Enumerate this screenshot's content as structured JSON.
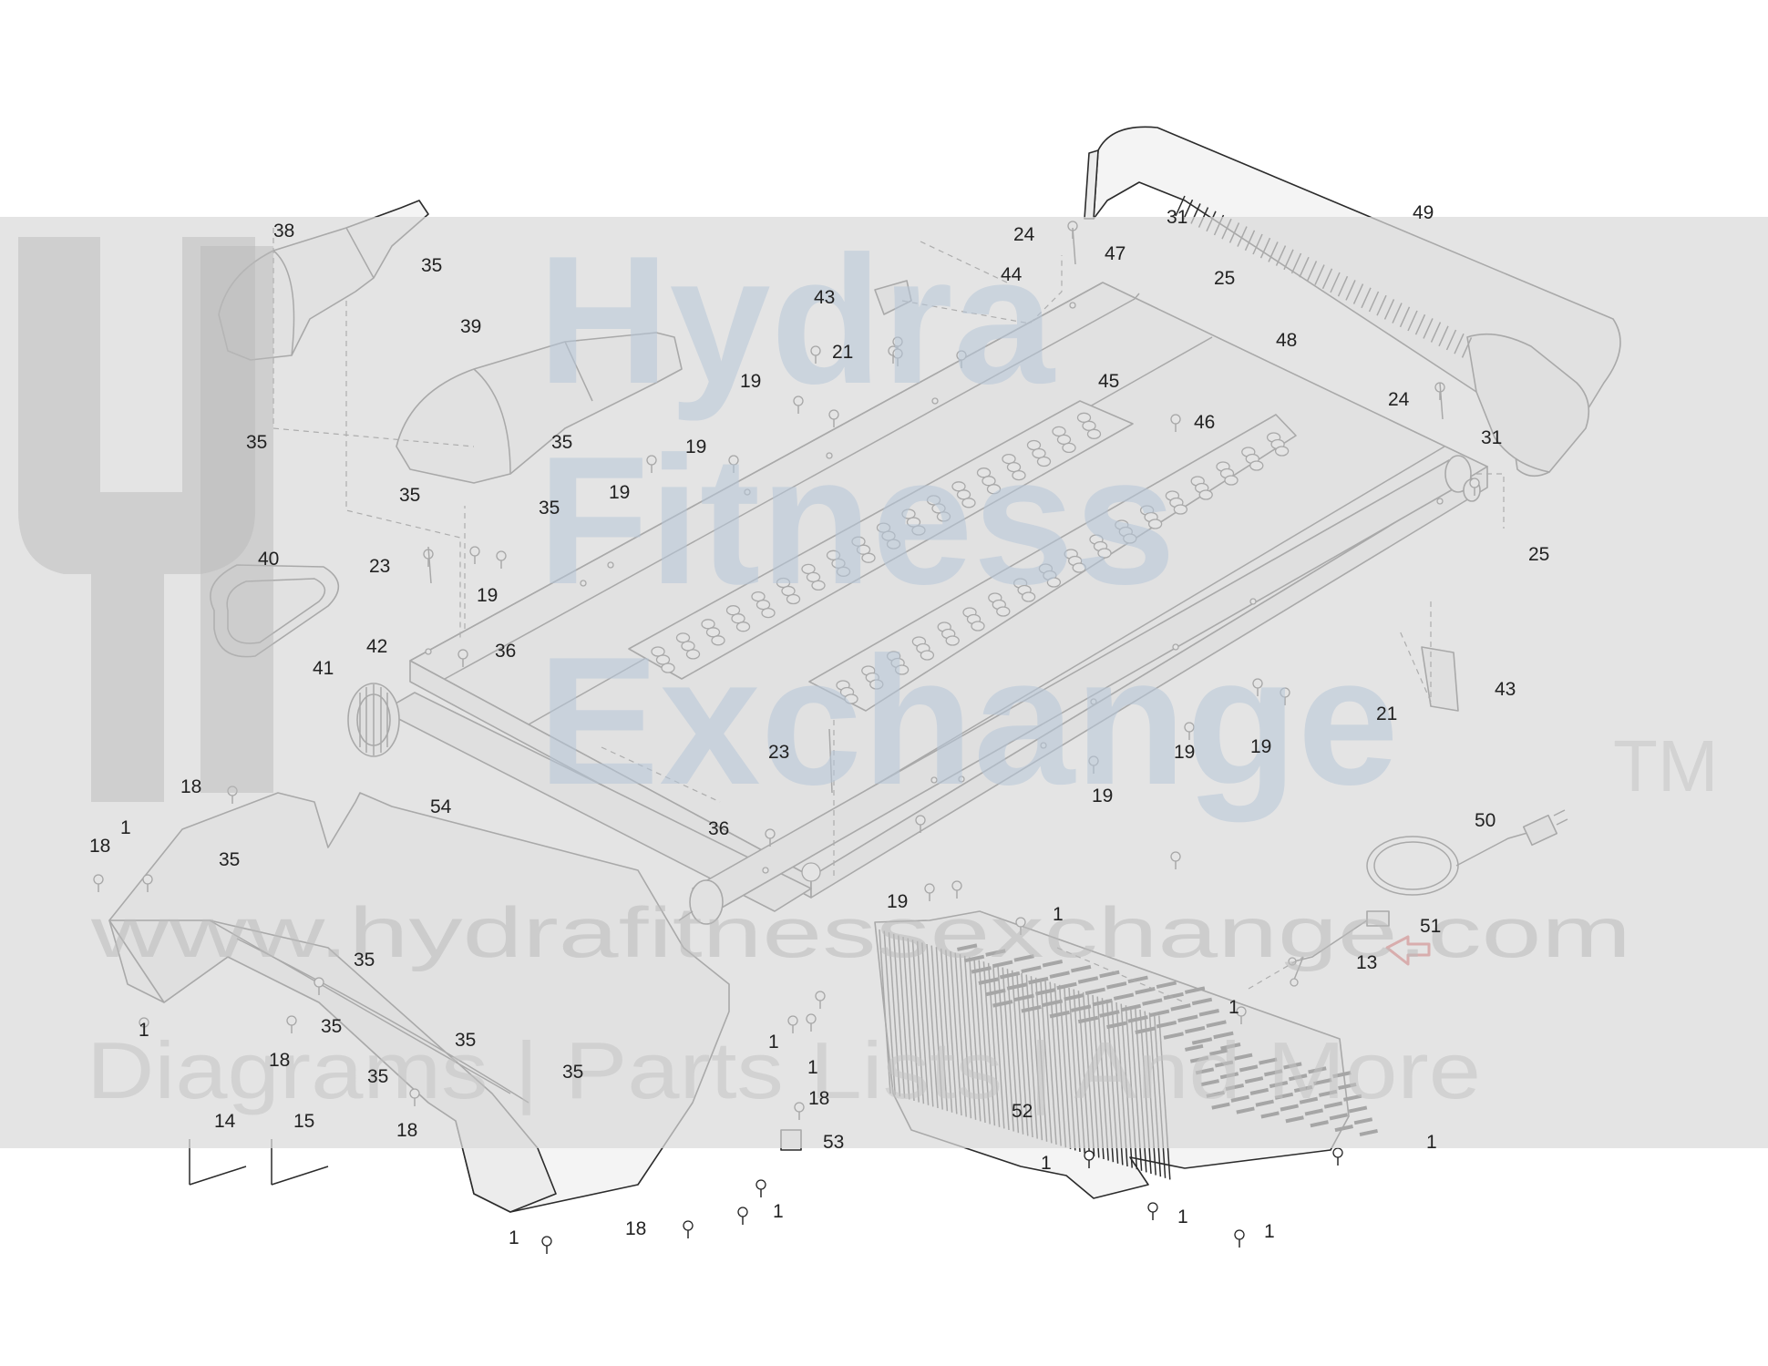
{
  "watermark": {
    "line1": "Hydra",
    "line2": "Fitness",
    "line3": "Exchange",
    "trademark": "TM",
    "url": "www.hydrafitnessexchange.com",
    "tagline": "Diagrams | Parts Lists | And More"
  },
  "highlight_color": "#d23b3b",
  "callouts": [
    {
      "id": "c38",
      "label": "38"
    },
    {
      "id": "c35a",
      "label": "35"
    },
    {
      "id": "c35b",
      "label": "35"
    },
    {
      "id": "c39",
      "label": "39"
    },
    {
      "id": "c35c",
      "label": "35"
    },
    {
      "id": "c35d",
      "label": "35"
    },
    {
      "id": "c35e",
      "label": "35"
    },
    {
      "id": "c40",
      "label": "40"
    },
    {
      "id": "c23a",
      "label": "23"
    },
    {
      "id": "c19a",
      "label": "19"
    },
    {
      "id": "c36a",
      "label": "36"
    },
    {
      "id": "c42",
      "label": "42"
    },
    {
      "id": "c41",
      "label": "41"
    },
    {
      "id": "c43a",
      "label": "43"
    },
    {
      "id": "c21a",
      "label": "21"
    },
    {
      "id": "c19b",
      "label": "19"
    },
    {
      "id": "c19c",
      "label": "19"
    },
    {
      "id": "c19d",
      "label": "19"
    },
    {
      "id": "c44",
      "label": "44"
    },
    {
      "id": "c24a",
      "label": "24"
    },
    {
      "id": "c47",
      "label": "47"
    },
    {
      "id": "c31a",
      "label": "31"
    },
    {
      "id": "c25a",
      "label": "25"
    },
    {
      "id": "c49",
      "label": "49"
    },
    {
      "id": "c48",
      "label": "48"
    },
    {
      "id": "c45",
      "label": "45"
    },
    {
      "id": "c46",
      "label": "46"
    },
    {
      "id": "c24b",
      "label": "24"
    },
    {
      "id": "c31b",
      "label": "31"
    },
    {
      "id": "c25b",
      "label": "25"
    },
    {
      "id": "c43b",
      "label": "43"
    },
    {
      "id": "c21b",
      "label": "21"
    },
    {
      "id": "c19e",
      "label": "19"
    },
    {
      "id": "c19f",
      "label": "19"
    },
    {
      "id": "c19g",
      "label": "19"
    },
    {
      "id": "c23b",
      "label": "23"
    },
    {
      "id": "c36b",
      "label": "36"
    },
    {
      "id": "c19h",
      "label": "19"
    },
    {
      "id": "c50",
      "label": "50"
    },
    {
      "id": "c51",
      "label": "51"
    },
    {
      "id": "c13",
      "label": "13"
    },
    {
      "id": "c18a",
      "label": "18"
    },
    {
      "id": "c1a",
      "label": "1"
    },
    {
      "id": "c18b",
      "label": "18"
    },
    {
      "id": "c35f",
      "label": "35"
    },
    {
      "id": "c54",
      "label": "54"
    },
    {
      "id": "c35g",
      "label": "35"
    },
    {
      "id": "c1b",
      "label": "1"
    },
    {
      "id": "c35h",
      "label": "35"
    },
    {
      "id": "c18c",
      "label": "18"
    },
    {
      "id": "c35i",
      "label": "35"
    },
    {
      "id": "c35j",
      "label": "35"
    },
    {
      "id": "c35k",
      "label": "35"
    },
    {
      "id": "c18d",
      "label": "18"
    },
    {
      "id": "c14",
      "label": "14"
    },
    {
      "id": "c15",
      "label": "15"
    },
    {
      "id": "c1c",
      "label": "1"
    },
    {
      "id": "c1d",
      "label": "1"
    },
    {
      "id": "c18e",
      "label": "18"
    },
    {
      "id": "c53",
      "label": "53"
    },
    {
      "id": "c1e",
      "label": "1"
    },
    {
      "id": "c18f",
      "label": "18"
    },
    {
      "id": "c1f",
      "label": "1"
    },
    {
      "id": "c1g",
      "label": "1"
    },
    {
      "id": "c52",
      "label": "52"
    },
    {
      "id": "c1h",
      "label": "1"
    },
    {
      "id": "c1i",
      "label": "1"
    },
    {
      "id": "c1j",
      "label": "1"
    },
    {
      "id": "c1k",
      "label": "1"
    },
    {
      "id": "c1l",
      "label": "1"
    }
  ]
}
